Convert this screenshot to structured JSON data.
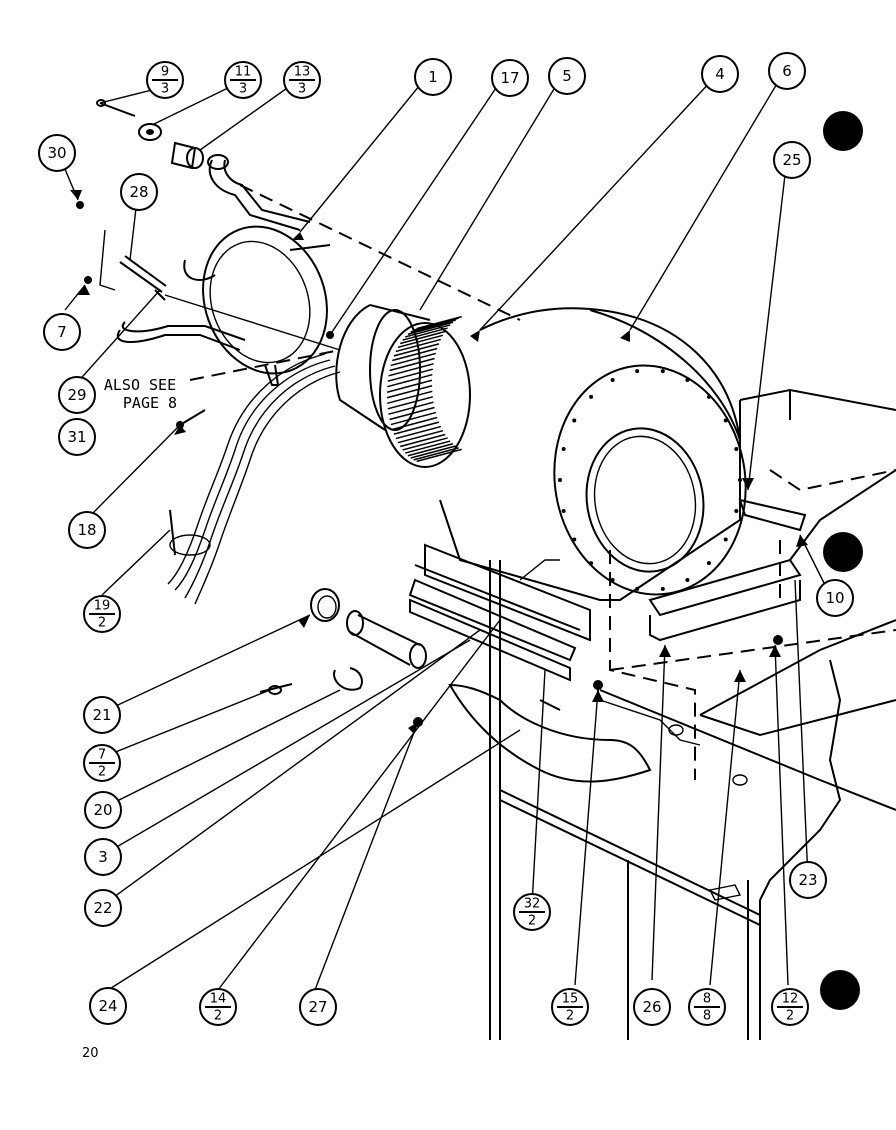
{
  "labels": {
    "l1": "1",
    "l17": "17",
    "l5": "5",
    "l4": "4",
    "l6": "6",
    "l25": "25",
    "l30": "30",
    "l28": "28",
    "l7": "7",
    "l29": "29",
    "l31": "31",
    "l18": "18",
    "l10": "10",
    "l21": "21",
    "l20": "20",
    "l3": "3",
    "l22": "22",
    "l23": "23",
    "l24": "24",
    "l27": "27",
    "l26": "26",
    "f9_3": {
      "n": "9",
      "d": "3"
    },
    "f11_3": {
      "n": "11",
      "d": "3"
    },
    "f13_3": {
      "n": "13",
      "d": "3"
    },
    "f19_2": {
      "n": "19",
      "d": "2"
    },
    "f7_2": {
      "n": "7",
      "d": "2"
    },
    "f32_2": {
      "n": "32",
      "d": "2"
    },
    "f14_2": {
      "n": "14",
      "d": "2"
    },
    "f15_2": {
      "n": "15",
      "d": "2"
    },
    "f8_8": {
      "n": "8",
      "d": "8"
    },
    "f12_2": {
      "n": "12",
      "d": "2"
    }
  },
  "note": {
    "line1": "ALSO SEE",
    "line2": "PAGE 8"
  },
  "page_number": "20"
}
